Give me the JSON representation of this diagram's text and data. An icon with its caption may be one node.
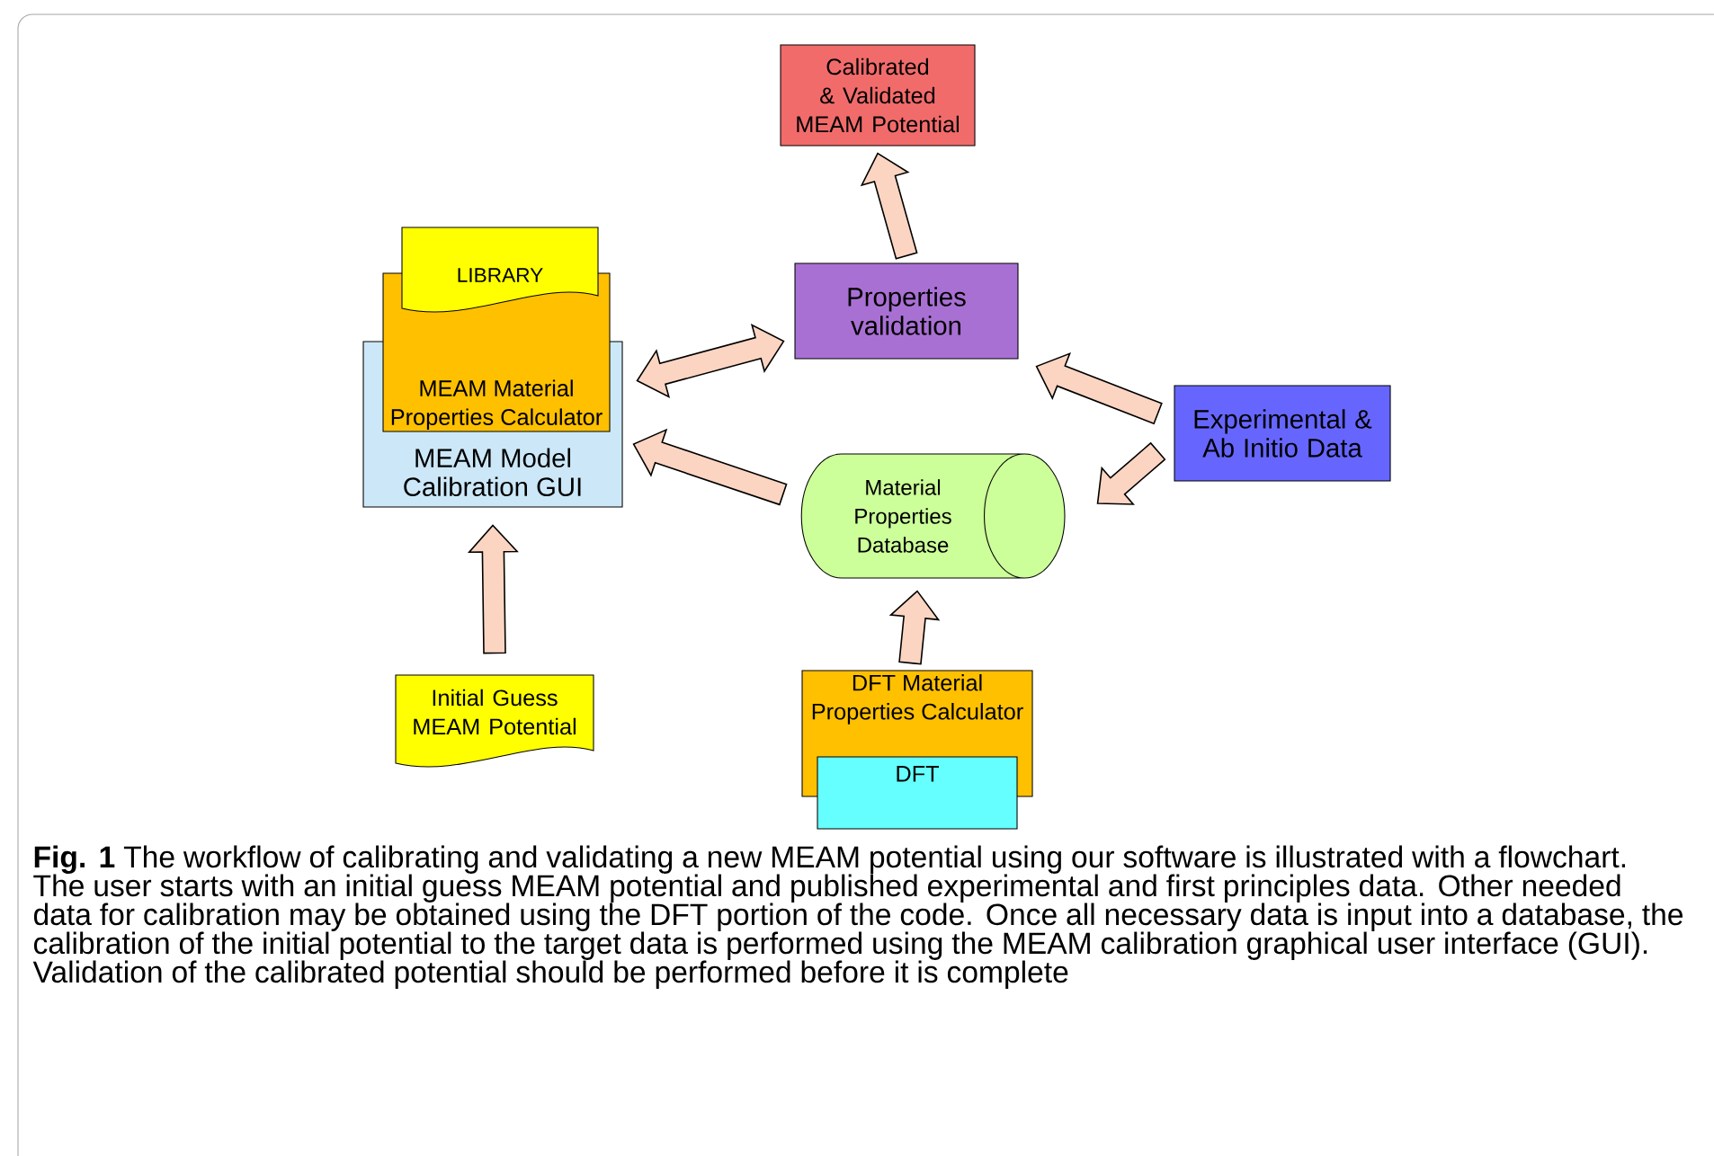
{
  "diagram": {
    "caption": "**Fig. 1** The workflow of calibrating and validating a new MEAM potential using our software is illustrated with a flowchart. The user starts with an initial guess MEAM potential and published experimental and first principles data. Other needed data for calibration may be obtained using the DFT portion of the code. Once all necessary data is input into a database, the calibration of the initial potential to the target data is performed using the MEAM calibration graphical user interface (GUI). Validation of the calibrated potential should be performed before it is complete",
    "nodes": [
      {
        "text": [
          "Calibrated & Validated MEAM Potential"
        ]
      },
      {
        "text": [
          "LIBRARY"
        ]
      },
      {
        "text": [
          "MEAM Material Properties Calculator"
        ]
      },
      {
        "text": [
          "MEAM Model Calibration GUI"
        ]
      },
      {
        "text": [
          "Properties validation"
        ]
      },
      {
        "text": [
          "Experimental & Ab Initio Data"
        ]
      },
      {
        "text": [
          "Material Properties Database"
        ]
      },
      {
        "text": [
          "Initial Guess MEAM Potential"
        ]
      },
      {
        "text": [
          "DFT Material Properties Calculator"
        ]
      },
      {
        "text": [
          "DFT"
        ]
      }
    ],
    "edges": [
      {
        "from": 4,
        "to": 0,
        "arrow": "to"
      },
      {
        "from": 3,
        "to": 4,
        "arrow": "both"
      },
      {
        "from": 5,
        "to": 4,
        "arrow": "to"
      },
      {
        "from": 5,
        "to": 6,
        "arrow": "to"
      },
      {
        "from": 6,
        "to": 3,
        "arrow": "to"
      },
      {
        "from": 7,
        "to": 3,
        "arrow": "to"
      },
      {
        "from": 8,
        "to": 6,
        "arrow": "to"
      }
    ]
  }
}
